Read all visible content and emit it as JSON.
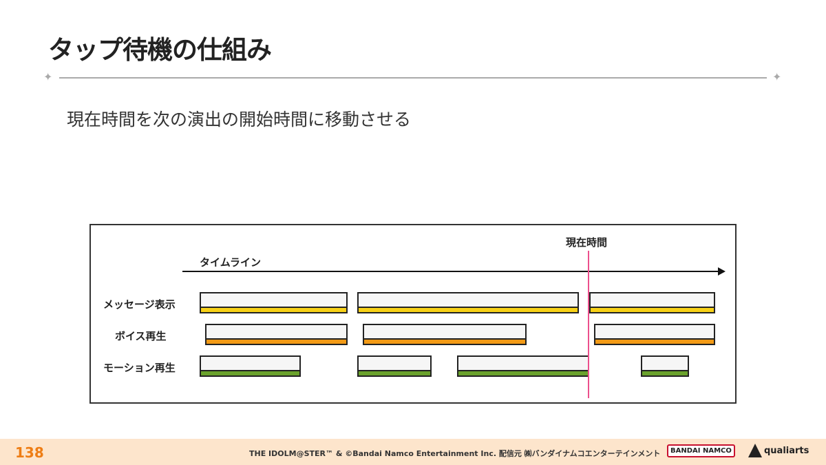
{
  "slide": {
    "title": "タップ待機の仕組み",
    "subtitle": "現在時間を次の演出の開始時間に移動させる"
  },
  "diagram": {
    "timeline_label": "タイムライン",
    "current_time_label": "現在時間",
    "rows": [
      {
        "label": "メッセージ表示",
        "color": "#f7d117"
      },
      {
        "label": "ボイス再生",
        "color": "#f29a16"
      },
      {
        "label": "モーション再生",
        "color": "#6aa22c"
      }
    ],
    "cursor_color": "#ec4f8c"
  },
  "footer": {
    "page_number": "138",
    "copyright": "THE IDOLM@STER™ & ©Bandai Namco Entertainment Inc. 配信元 ㈱バンダイナムコエンターテインメント",
    "logo_bandai": "BANDAI NAMCO",
    "logo_qualiarts": "qualiarts"
  }
}
